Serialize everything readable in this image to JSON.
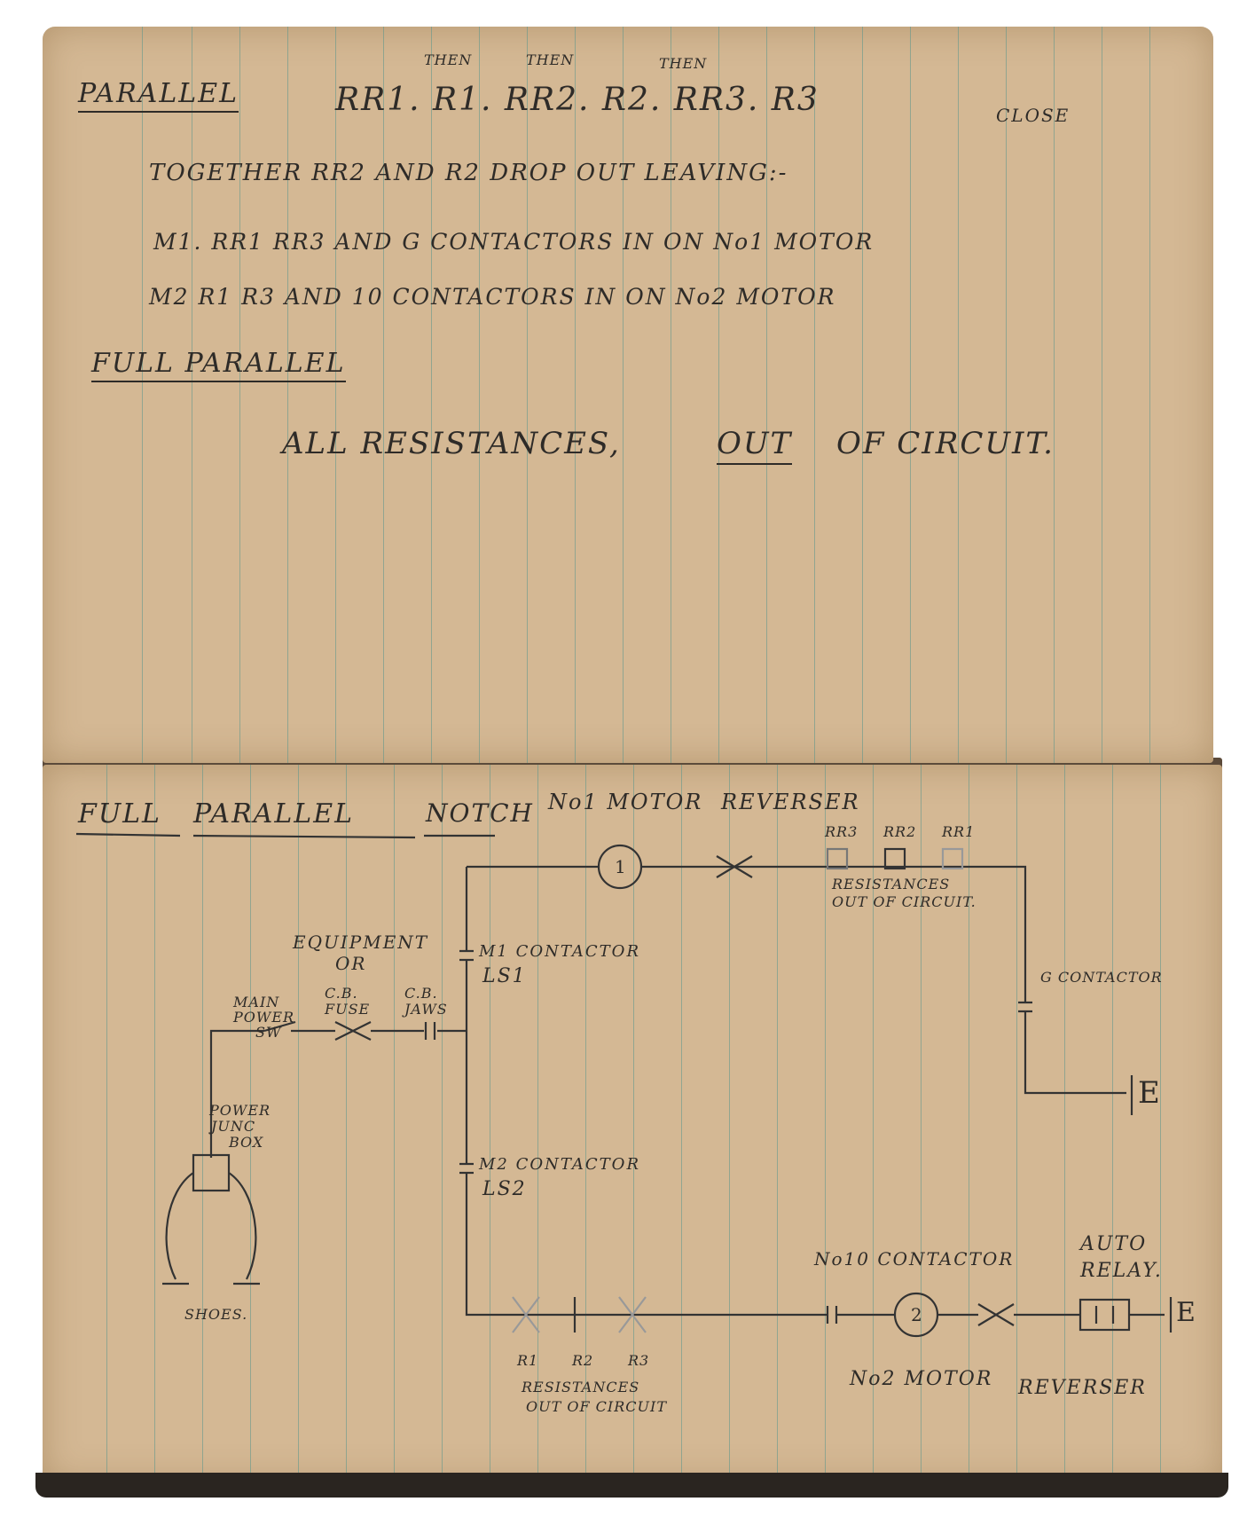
{
  "top_page": {
    "line1": {
      "parallel": "PARALLEL",
      "sequence": "RR1. R1. RR2. R2. RR3. R3",
      "close": "CLOSE",
      "then1": "THEN",
      "then2": "THEN",
      "then3": "THEN"
    },
    "line2": "TOGETHER RR2 AND R2 DROP OUT LEAVING:-",
    "line3": "M1. RR1 RR3 AND G CONTACTORS IN ON No1 MOTOR",
    "line4": "M2 R1 R3 AND 10 CONTACTORS IN ON No2 MOTOR",
    "line5": "FULL PARALLEL",
    "line6_a": "ALL RESISTANCES,",
    "line6_out": "OUT",
    "line6_b": "OF CIRCUIT."
  },
  "bottom_page": {
    "heading": {
      "full": "FULL",
      "parallel": "PARALLEL",
      "notch": "NOTCH",
      "motor1": "No1 MOTOR",
      "reverser": "REVERSER"
    },
    "motor1_symbol": "1",
    "motor2_symbol": "2",
    "rr_labels": [
      "RR3",
      "RR2",
      "RR1"
    ],
    "res_top": [
      "RESISTANCES",
      "OUT OF CIRCUIT."
    ],
    "equipment": [
      "EQUIPMENT",
      "OR"
    ],
    "m1_contactor": "M1 CONTACTOR",
    "ls1": "LS1",
    "g_contactor": "G CONTACTOR",
    "main_power": [
      "MAIN",
      "POWER",
      "SW"
    ],
    "cb_fuse": [
      "C.B.",
      "FUSE"
    ],
    "cb_jaws": [
      "C.B.",
      "JAWS"
    ],
    "earth1": "E",
    "earth2": "E",
    "power_box": [
      "POWER",
      "JUNC",
      "BOX"
    ],
    "m2_contactor": "M2 CONTACTOR",
    "ls2": "LS2",
    "no10_contactor": "No10 CONTACTOR",
    "auto_relay": [
      "AUTO",
      "RELAY."
    ],
    "shoes": "SHOES.",
    "r_labels": [
      "R1",
      "R2",
      "R3"
    ],
    "res_bottom": [
      "RESISTANCES",
      "OUT OF CIRCUIT"
    ],
    "motor2_label": "No2 MOTOR",
    "reverser2": "REVERSER"
  }
}
